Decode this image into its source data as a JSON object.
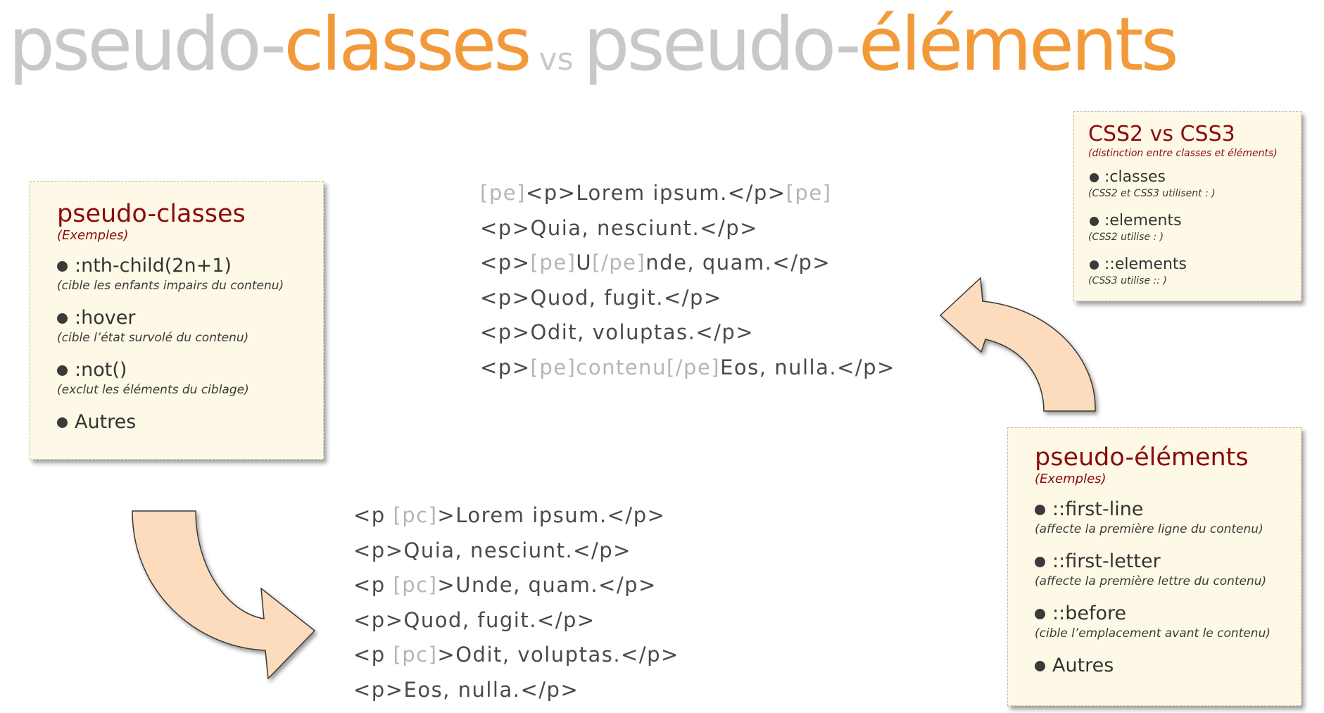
{
  "title": {
    "part1_prefix": "pseudo-",
    "part1_accent": "classes",
    "vs": "vs",
    "part2_prefix": "pseudo-",
    "part2_accent": "éléments"
  },
  "colors": {
    "title_grey": "#c8c8c8",
    "title_orange": "#f29a3a",
    "box_title": "#8a0b0b",
    "box_background": "#fdf9e6",
    "arrow_fill": "#fcdcbc",
    "code_text": "#4a4a4a",
    "code_marker": "#b5b5b5"
  },
  "pseudo_classes_box": {
    "title": "pseudo-classes",
    "subtitle": "(Exemples)",
    "items": [
      {
        "label": ":nth-child(2n+1)",
        "desc": "(cible les enfants impairs du contenu)"
      },
      {
        "label": ":hover",
        "desc": "(cible l’état survolé du contenu)"
      },
      {
        "label": ":not()",
        "desc": "(exclut les éléments du ciblage)"
      },
      {
        "label": "Autres",
        "desc": ""
      }
    ]
  },
  "css_box": {
    "title": "CSS2 vs CSS3",
    "subtitle": "(distinction entre classes et éléments)",
    "items": [
      {
        "label": ":classes",
        "desc": "(CSS2 et CSS3 utilisent : )"
      },
      {
        "label": ":elements",
        "desc": "(CSS2 utilise : )"
      },
      {
        "label": "::elements",
        "desc": "(CSS3 utilise :: )"
      }
    ]
  },
  "pseudo_elements_box": {
    "title": "pseudo-éléments",
    "subtitle": "(Exemples)",
    "items": [
      {
        "label": "::first-line",
        "desc": "(affecte la première ligne du contenu)"
      },
      {
        "label": "::first-letter",
        "desc": "(affecte la première lettre du contenu)"
      },
      {
        "label": "::before",
        "desc": "(cible l’emplacement  avant le contenu)"
      },
      {
        "label": "Autres",
        "desc": ""
      }
    ]
  },
  "code_pseudo_elements": [
    {
      "a": "",
      "b": "[pe]",
      "c": "<p>Lorem ipsum.</p>",
      "d": "[pe]",
      "e": "",
      "f": "",
      "g": ""
    },
    {
      "a": "<p>Quia, nesciunt.</p>",
      "b": "",
      "c": "",
      "d": "",
      "e": "",
      "f": "",
      "g": ""
    },
    {
      "a": "<p>",
      "b": "[pe]",
      "c": "U",
      "d": "[/pe]",
      "e": "nde, quam.</p>",
      "f": "",
      "g": ""
    },
    {
      "a": "<p>Quod, fugit.</p>",
      "b": "",
      "c": "",
      "d": "",
      "e": "",
      "f": "",
      "g": ""
    },
    {
      "a": "<p>Odit, voluptas.</p>",
      "b": "",
      "c": "",
      "d": "",
      "e": "",
      "f": "",
      "g": ""
    },
    {
      "a": "<p>",
      "b": "[pe]",
      "c": "contenu",
      "d": "[/pe]",
      "e": "Eos, nulla.</p>",
      "f": "",
      "g": ""
    }
  ],
  "code_pseudo_classes": [
    {
      "a": "<p ",
      "b": "[pc]",
      "c": ">Lorem ipsum.</p>"
    },
    {
      "a": "<p>Quia, nesciunt.</p>",
      "b": "",
      "c": ""
    },
    {
      "a": "<p ",
      "b": "[pc]",
      "c": ">Unde, quam.</p>"
    },
    {
      "a": "<p>Quod, fugit.</p>",
      "b": "",
      "c": ""
    },
    {
      "a": "<p ",
      "b": "[pc]",
      "c": ">Odit, voluptas.</p>"
    },
    {
      "a": "<p>Eos, nulla.</p>",
      "b": "",
      "c": ""
    }
  ]
}
